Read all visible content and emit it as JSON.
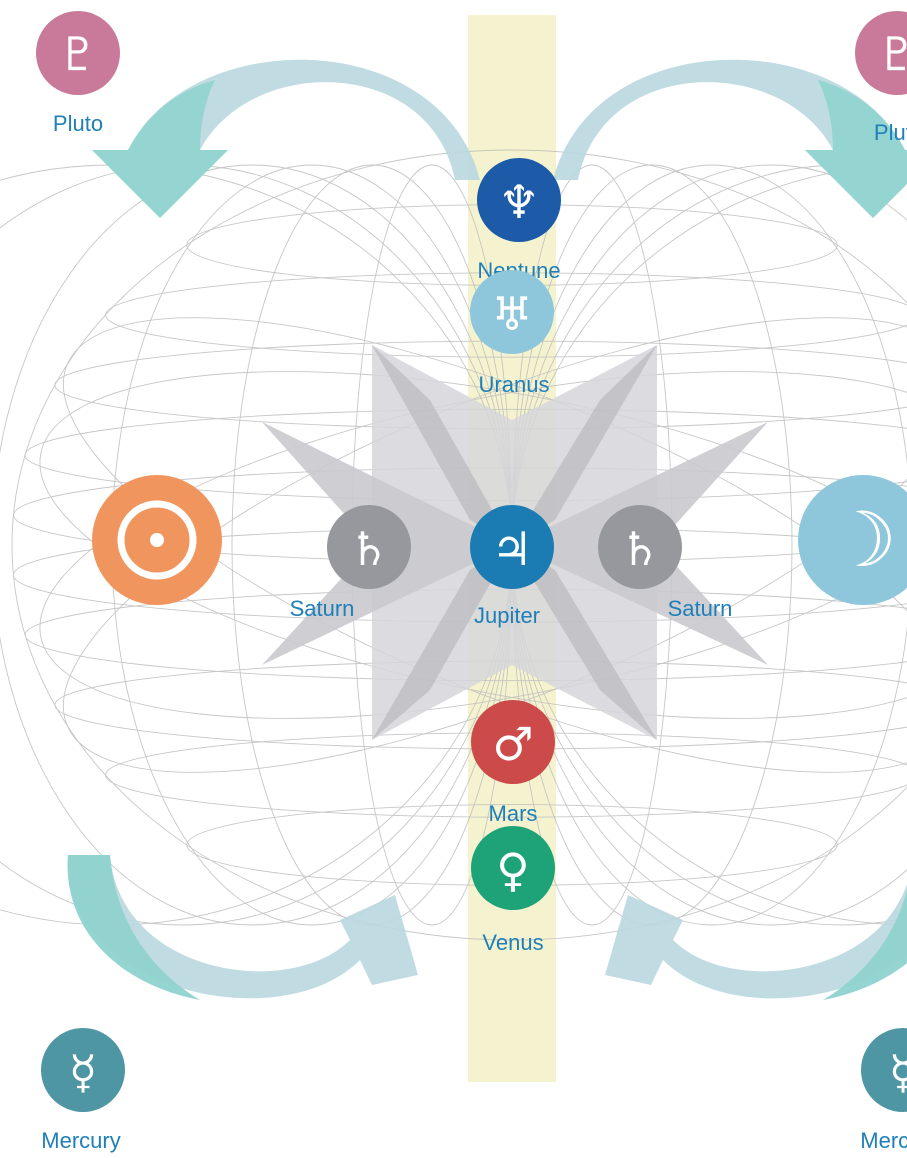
{
  "colors": {
    "label": "#1f7fb8",
    "band": "#f5f3cf",
    "grid": "#bdbdbd",
    "arrow_teal": "#8fd3cf",
    "arrow_blue": "#b9d7df",
    "star": "#cfcfd3",
    "star_dark": "#b9b9be"
  },
  "planets": {
    "pluto_left": {
      "label": "Pluto",
      "symbol": "♇",
      "icon": "pluto-icon",
      "color": "#c97a9a"
    },
    "pluto_right": {
      "label": "Pluto",
      "symbol": "♇",
      "icon": "pluto-icon",
      "color": "#c97a9a"
    },
    "neptune": {
      "label": "Neptune",
      "symbol": "♆",
      "icon": "neptune-icon",
      "color": "#1d5aa8"
    },
    "uranus": {
      "label": "Uranus",
      "symbol": "♅",
      "icon": "uranus-icon",
      "color": "#8ec7dc"
    },
    "saturn_left": {
      "label": "Saturn",
      "symbol": "♄",
      "icon": "saturn-icon",
      "color": "#96989e"
    },
    "jupiter": {
      "label": "Jupiter",
      "symbol": "♃",
      "icon": "jupiter-icon",
      "color": "#1b7bb3"
    },
    "saturn_right": {
      "label": "Saturn",
      "symbol": "♄",
      "icon": "saturn-icon",
      "color": "#96989e"
    },
    "mars": {
      "label": "Mars",
      "symbol": "♂",
      "icon": "mars-icon",
      "color": "#cc4a4a"
    },
    "venus": {
      "label": "Venus",
      "symbol": "♀",
      "icon": "venus-icon",
      "color": "#1ea378"
    },
    "mercury_left": {
      "label": "Mercury",
      "symbol": "☿",
      "icon": "mercury-icon",
      "color": "#4f96a4"
    },
    "mercury_right": {
      "label": "Mercury",
      "symbol": "☿",
      "icon": "mercury-icon",
      "color": "#4f96a4"
    },
    "sun": {
      "symbol": "☉",
      "icon": "sun-icon",
      "color": "#f1955e"
    },
    "moon": {
      "symbol": "☽",
      "icon": "moon-icon",
      "color": "#8ec7dc"
    }
  }
}
